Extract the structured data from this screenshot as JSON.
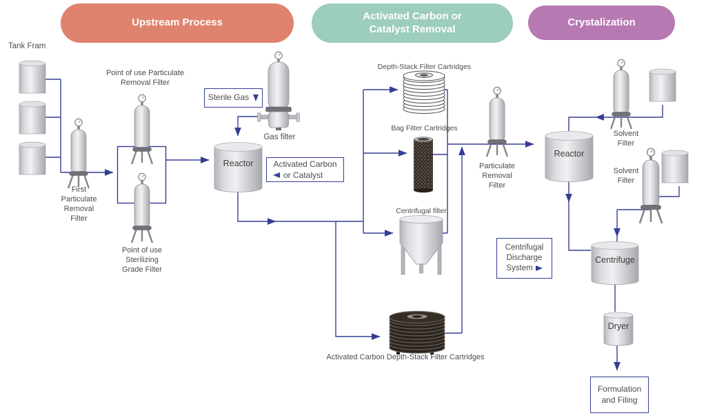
{
  "pills": [
    {
      "label": "Upstream Process",
      "color": "#e0836e"
    },
    {
      "label": "Activated Carbon or\nCatalyst Removal",
      "color": "#9dcdbb"
    },
    {
      "label": "Crystalization",
      "color": "#b679b2"
    }
  ],
  "labels": {
    "tank_farm": "Tank Fram",
    "pou_particulate": "Point of use Particulate\nRemoval Filter",
    "first_filter": "First\nParticulate\nRemoval\nFilter",
    "pou_sterilizing": "Point of use\nSterilizing\nGrade Filter",
    "gas_filter": "Gas filter",
    "reactor_upstream": "Reactor",
    "depth_stack": "Depth-Stack Filter Cartridges",
    "bag_filter": "Bag Filter Cartridges",
    "centrifugal_filter": "Centrifugal filter",
    "particulate_removal": "Particulate\nRemoval\nFilter",
    "carbon_cartridges": "Activated Carbon Depth-Stack Filter Cartridges",
    "reactor_crystalization": "Reactor",
    "solvent_filter_top": "Solvent\nFilter",
    "solvent_filter_bottom": "Solvent\nFilter",
    "centrifuge": "Centrifuge",
    "dryer": "Dryer"
  },
  "callouts": {
    "sterile_gas": "Sterile Gas",
    "activated_carbon_line1": "Activated Carbon",
    "activated_carbon_line2": "or Catalyst",
    "discharge_line1": "Centrifugal",
    "discharge_line2": "Discharge",
    "discharge_line3": "System",
    "formulation": "Formulation\nand Filing"
  },
  "icons": {
    "sterile_gas_flow": "down-triangle",
    "catalyst_flow": "left-triangle",
    "discharge_flow": "right-triangle"
  },
  "colors": {
    "upstream_pill": "#e0836e",
    "carbon_pill": "#9dcdbb",
    "crystalization_pill": "#b679b2",
    "flow_line": "#333e93",
    "label_text": "#4b4b4b"
  }
}
